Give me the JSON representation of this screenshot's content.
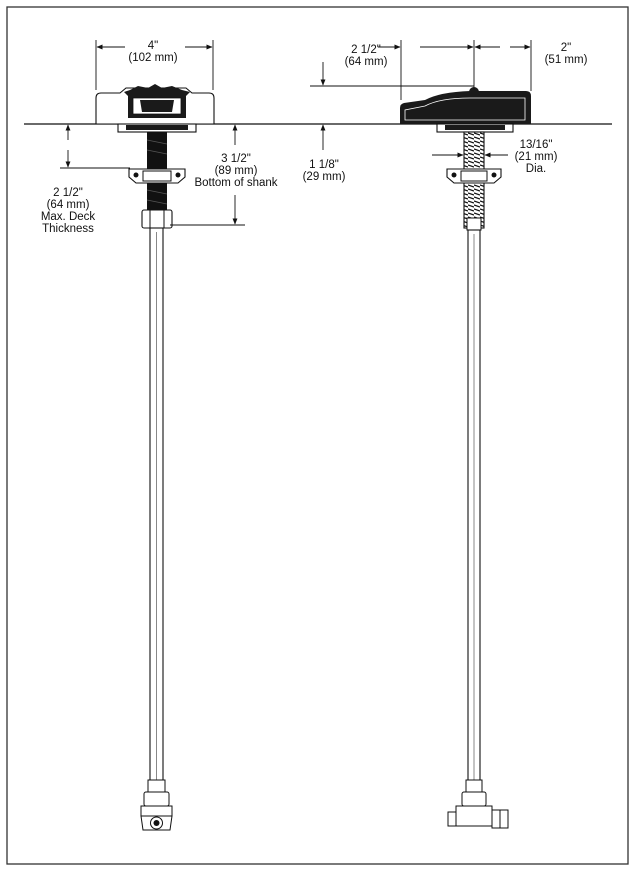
{
  "dimensions": {
    "front_width_in": "4\"",
    "front_width_mm": "(102 mm)",
    "side_depth_in": "2 1/2\"",
    "side_depth_mm": "(64 mm)",
    "side_rear_in": "2\"",
    "side_rear_mm": "(51 mm)",
    "deck_in": "2 1/2\"",
    "deck_mm": "(64 mm)",
    "deck_line1": "Max. Deck",
    "deck_line2": "Thickness",
    "shank_in": "3 1/2\"",
    "shank_mm": "(89 mm)",
    "shank_label": "Bottom of shank",
    "height_in": "1 1/8\"",
    "height_mm": "(29 mm)",
    "dia_in": "13/16\"",
    "dia_mm": "(21 mm)",
    "dia_label": "Dia."
  },
  "colors": {
    "line": "#111111",
    "frame": "#333333",
    "background": "#ffffff"
  }
}
